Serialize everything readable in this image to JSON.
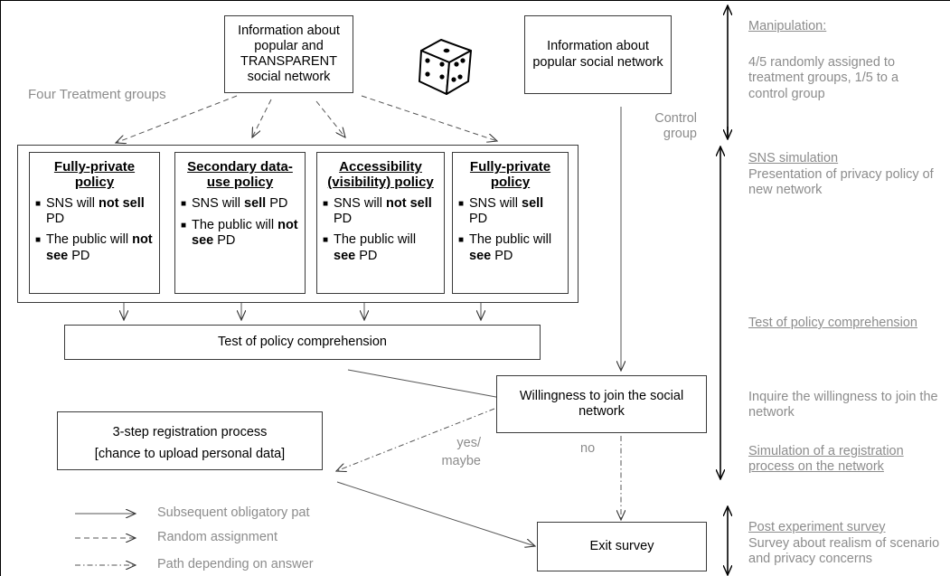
{
  "top_left_box": "Information about popular and TRANSPARENT social network",
  "top_right_box": "Information about popular social network",
  "four_treatment_groups": "Four Treatment groups",
  "control_group": "Control group",
  "policies": [
    {
      "title": "Fully-private policy",
      "b1_pre": "SNS will ",
      "b1_bold": "not sell",
      "b1_post": " PD",
      "b2_pre": "The public will ",
      "b2_bold": "not see",
      "b2_post": " PD"
    },
    {
      "title": "Secondary data-use policy",
      "b1_pre": "SNS will ",
      "b1_bold": "sell",
      "b1_post": " PD",
      "b2_pre": "The public will ",
      "b2_bold": "not see",
      "b2_post": " PD"
    },
    {
      "title": "Accessibility (visibility) policy",
      "b1_pre": "SNS will ",
      "b1_bold": "not sell",
      "b1_post": " PD",
      "b2_pre": "The public will ",
      "b2_bold": "see",
      "b2_post": " PD"
    },
    {
      "title": "Fully-private policy",
      "b1_pre": "SNS will ",
      "b1_bold": "sell",
      "b1_post": " PD",
      "b2_pre": "The public will ",
      "b2_bold": "see",
      "b2_post": " PD"
    }
  ],
  "test_box": "Test of policy comprehension",
  "willingness_box": "Willingness to join the social network",
  "registration_line1": "3-step registration process",
  "registration_line2": "[chance to upload personal data]",
  "yes_maybe": "yes/ maybe",
  "no": "no",
  "exit_survey": "Exit survey",
  "legend": {
    "solid": "Subsequent obligatory pat",
    "dashed": "Random assignment",
    "dashdot": "Path depending on answer"
  },
  "right_notes": {
    "manipulation_title": "Manipulation:",
    "manipulation_text": "4/5 randomly assigned to treatment groups, 1/5 to a control group",
    "sns_title": "SNS simulation",
    "sns_text": "Presentation of privacy policy of new network",
    "test_title": "Test of policy comprehension",
    "inquire_text": "Inquire the willingness to join the network",
    "simulation_title": "Simulation of a registration process on the network",
    "post_title": "Post experiment survey",
    "post_text": "Survey about realism of scenario and privacy concerns"
  }
}
